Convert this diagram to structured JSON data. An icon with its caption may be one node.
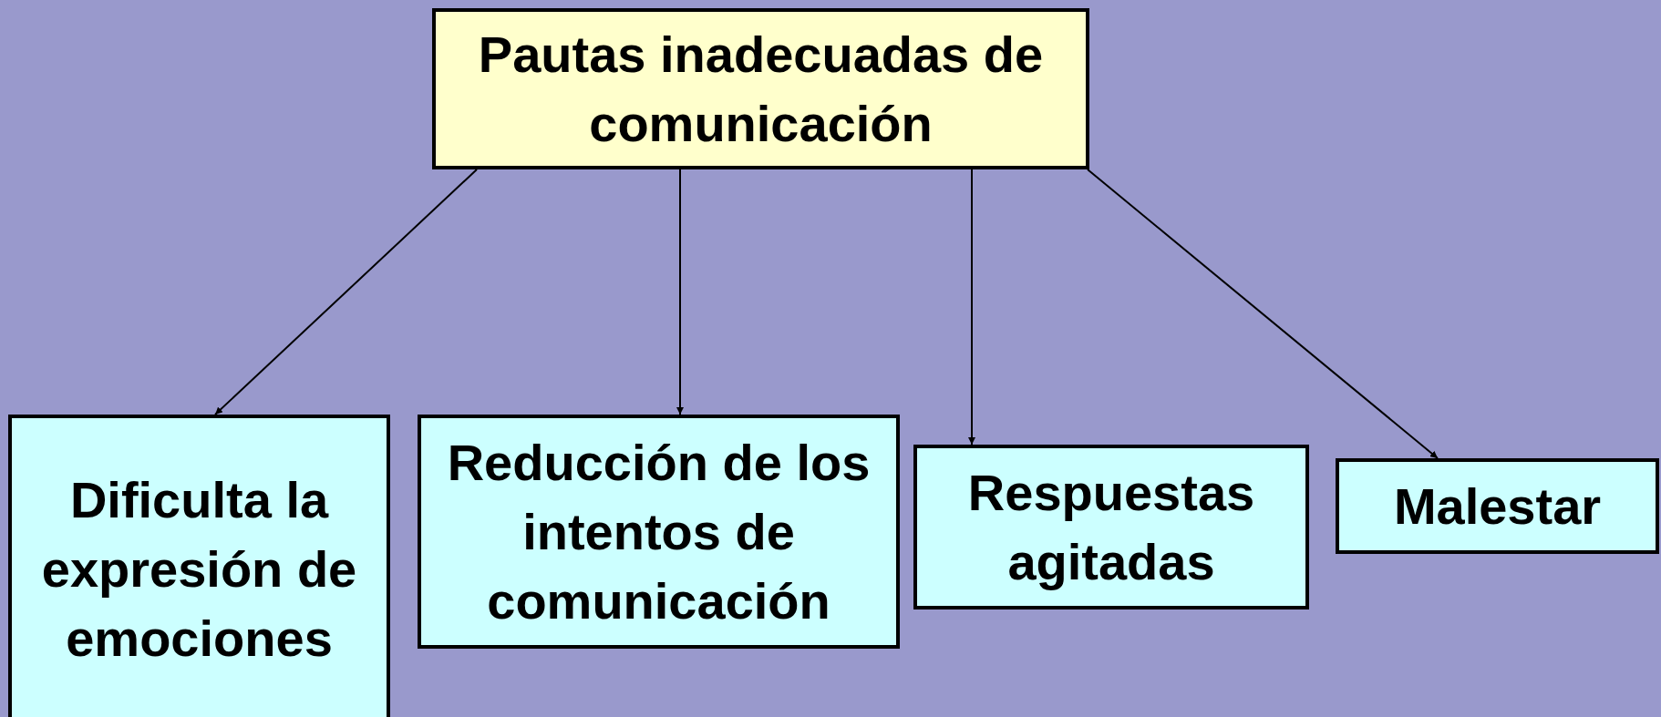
{
  "diagram": {
    "nodes": [
      {
        "text": [
          "Pautas inadecuadas de comunicación"
        ]
      },
      {
        "text": [
          "Dificulta la expresión de emociones"
        ]
      },
      {
        "text": [
          "Reducción de los intentos de comunicación"
        ]
      },
      {
        "text": [
          "Respuestas agitadas"
        ]
      },
      {
        "text": [
          "Malestar"
        ]
      }
    ],
    "edges": [
      {
        "from": 0,
        "to": 1,
        "arrow": "to"
      },
      {
        "from": 0,
        "to": 2,
        "arrow": "to"
      },
      {
        "from": 0,
        "to": 3,
        "arrow": "to"
      },
      {
        "from": 0,
        "to": 4,
        "arrow": "to"
      }
    ]
  }
}
